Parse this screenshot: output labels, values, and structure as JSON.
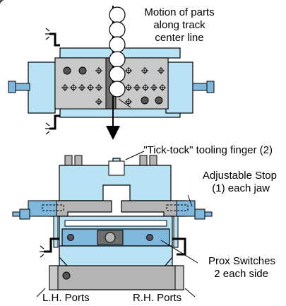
{
  "labels": {
    "motion_line1": "Motion of parts",
    "motion_line2": "along track",
    "motion_line3": "center line",
    "tooling_finger": "\"Tick-tock\" tooling finger (2)",
    "adjustable_stop_line1": "Adjustable Stop",
    "adjustable_stop_line2": "(1) each jaw",
    "prox_line1": "Prox Switches",
    "prox_line2": "2 each side",
    "lh_ports": "L.H. Ports",
    "rh_ports": "R.H. Ports"
  },
  "colors": {
    "light_blue": "#b9e2f5",
    "mid_blue": "#7fb8dc",
    "gray": "#b4b4b4",
    "dark_gray": "#6e6e6e",
    "outline": "#000000"
  }
}
